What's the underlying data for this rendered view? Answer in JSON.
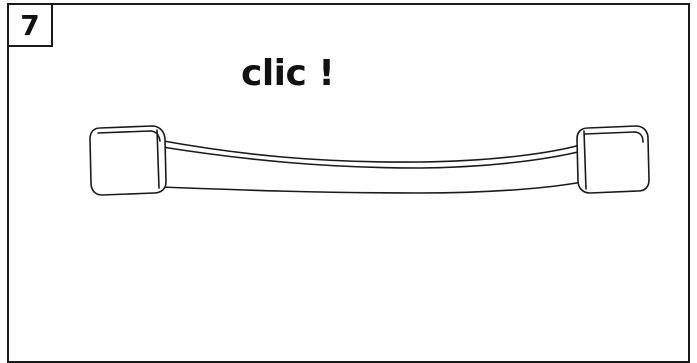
{
  "step": {
    "number": "7"
  },
  "caption": {
    "text": "clic !"
  },
  "illustration": {
    "subject": "handle",
    "icon": "handle-icon"
  },
  "colors": {
    "stroke": "#1a1a1a",
    "background": "#ffffff"
  }
}
